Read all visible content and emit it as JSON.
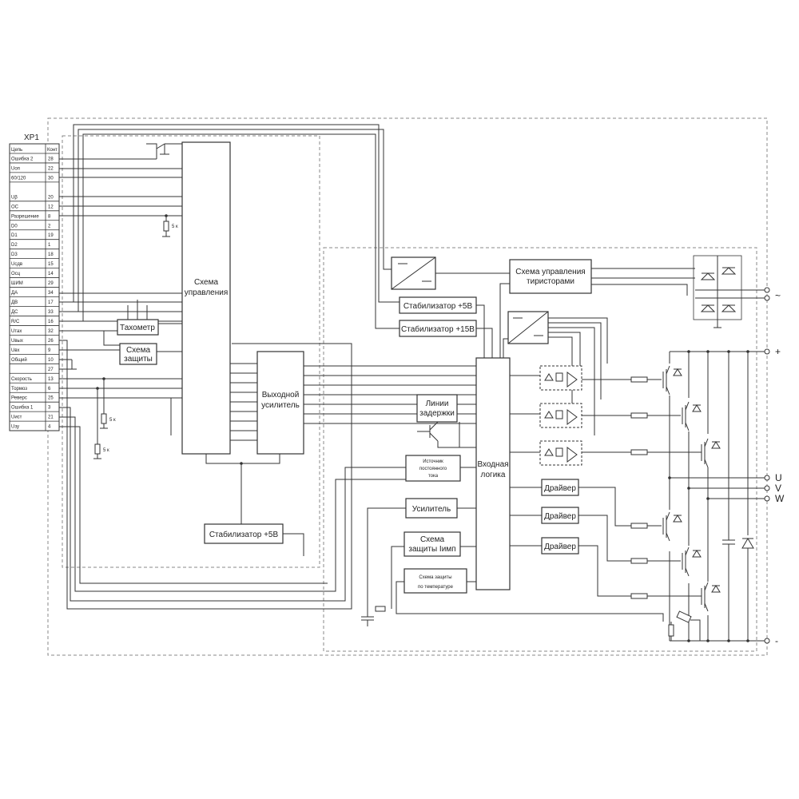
{
  "connector": {
    "name": "XP1",
    "head_circuit": "Цепь",
    "head_contact": "Конт",
    "pins": [
      {
        "label": "Ошибка 2",
        "num": "28"
      },
      {
        "label": "Uоп",
        "num": "22"
      },
      {
        "label": "60/120",
        "num": "30"
      },
      {
        "label": "Uβ",
        "num": "20"
      },
      {
        "label": "ОС",
        "num": "12"
      },
      {
        "label": "Разрешение",
        "num": "8"
      },
      {
        "label": "D0",
        "num": "2"
      },
      {
        "label": "D1",
        "num": "19"
      },
      {
        "label": "D2",
        "num": "1"
      },
      {
        "label": "D3",
        "num": "18"
      },
      {
        "label": "Uсдв",
        "num": "15"
      },
      {
        "label": "Осц",
        "num": "14"
      },
      {
        "label": "ШИМ",
        "num": "29"
      },
      {
        "label": "ДА",
        "num": "34"
      },
      {
        "label": "ДВ",
        "num": "17"
      },
      {
        "label": "ДС",
        "num": "33"
      },
      {
        "label": "R/C",
        "num": "16"
      },
      {
        "label": "Uтах",
        "num": "32"
      },
      {
        "label": "Uвых",
        "num": "26"
      },
      {
        "label": "Uвх",
        "num": "9"
      },
      {
        "label": "Общий",
        "num": "10"
      },
      {
        "label": "",
        "num": "27"
      },
      {
        "label": "Скорость",
        "num": "13"
      },
      {
        "label": "Тормоз",
        "num": "6"
      },
      {
        "label": "Реверс",
        "num": "25"
      },
      {
        "label": "Ошибка 1",
        "num": "3"
      },
      {
        "label": "Uист",
        "num": "21"
      },
      {
        "label": "Uзу",
        "num": "4"
      }
    ]
  },
  "blocks": {
    "control_l1": "Схема",
    "control_l2": "управления",
    "tachometer": "Тахометр",
    "protection_l1": "Схема",
    "protection_l2": "защиты",
    "output_amp_l1": "Выходной",
    "output_amp_l2": "усилитель",
    "stab5_left": "Стабилизатор +5В",
    "stab5_right": "Стабилизатор +5В",
    "stab15": "Стабилизатор +15В",
    "thyristor_ctrl_l1": "Схема управления",
    "thyristor_ctrl_l2": "тиристорами",
    "delay_l1": "Линии",
    "delay_l2": "задержки",
    "current_src_l1": "Источник",
    "current_src_l2": "постоянного",
    "current_src_l3": "тока",
    "input_logic_l1": "Входная",
    "input_logic_l2": "логика",
    "amplifier": "Усилитель",
    "pulse_prot_l1": "Схема",
    "pulse_prot_l2": "защиты Iимп",
    "temp_prot_l1": "Схема защиты",
    "temp_prot_l2": "по температуре",
    "driver": "Драйвер"
  },
  "resistor_value": "5 к",
  "terminals": {
    "ac": "~",
    "plus": "+",
    "u": "U",
    "v": "V",
    "w": "W",
    "minus": "-"
  }
}
